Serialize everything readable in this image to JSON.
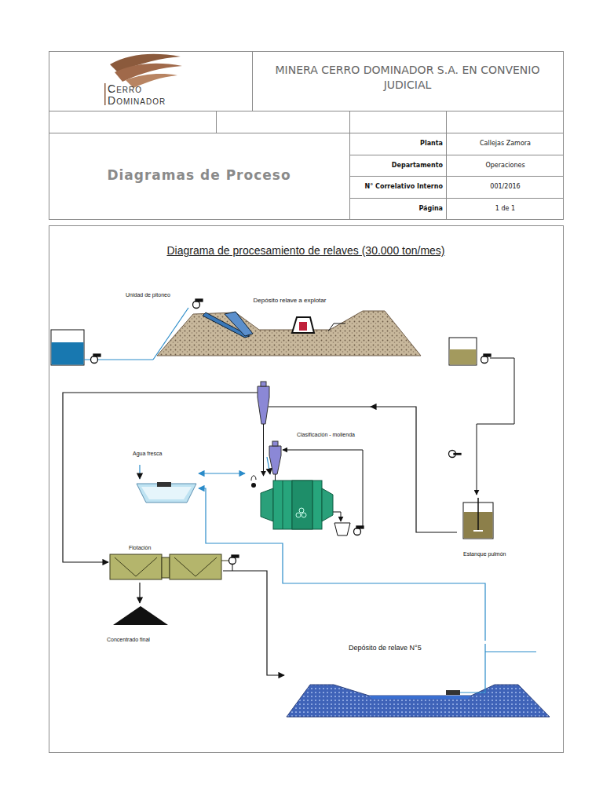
{
  "diagram": {
    "title": "Diagrama de procesamiento de relaves (30.000 ton/mes)",
    "nodes": [
      {
        "text": [
          "Depósito relave a explotar"
        ]
      },
      {
        "text": [
          "Agua fresca"
        ]
      },
      {
        "text": [
          "Clasificación - molienda"
        ]
      },
      {
        "text": [
          "Flotación"
        ]
      },
      {
        "text": [
          "Concentrado final"
        ]
      },
      {
        "text": [
          "Estanque pulmón"
        ]
      },
      {
        "text": [
          "Depósito de relave N°5"
        ]
      }
    ],
    "edges": [
      {
        "from": 5,
        "to": 2,
        "arrow": "to"
      },
      {
        "from": 2,
        "to": 3,
        "arrow": "to"
      },
      {
        "from": 3,
        "to": 4,
        "arrow": "to"
      },
      {
        "from": 3,
        "to": 6,
        "arrow": "to"
      },
      {
        "from": 6,
        "to": 1,
        "arrow": "to"
      },
      {
        "from": 1,
        "to": 2,
        "arrow": "both"
      }
    ],
    "labels": [
      "MINERA CERRO DOMINADOR S.A. EN CONVENIO JUDICIAL",
      "CERRO",
      "DOMINADOR",
      "Diagramas de Proceso",
      "Planta",
      "Callejas Zamora",
      "Departamento",
      "Operaciones",
      "N° Correlativo Interno",
      "001/2016",
      "Página",
      "1 de 1",
      "Unidad de pitoneo"
    ]
  }
}
